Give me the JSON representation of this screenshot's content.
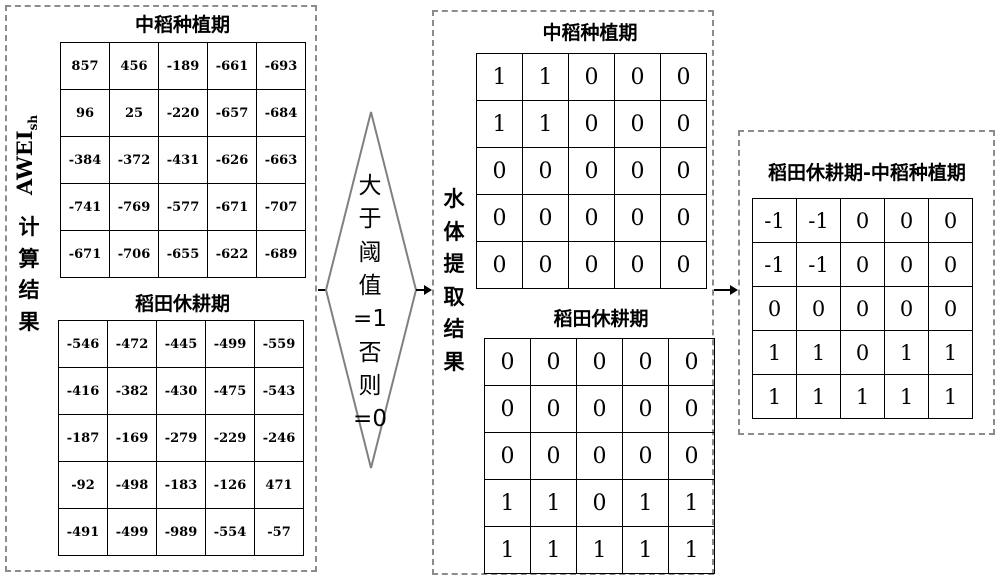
{
  "left_panel": {
    "awei_label": "AWEI",
    "awei_sub": "sh",
    "side_label": [
      "计",
      "算",
      "结",
      "果"
    ],
    "top_title": "中稻种植期",
    "top_grid": [
      [
        "857",
        "456",
        "-189",
        "-661",
        "-693"
      ],
      [
        "96",
        "25",
        "-220",
        "-657",
        "-684"
      ],
      [
        "-384",
        "-372",
        "-431",
        "-626",
        "-663"
      ],
      [
        "-741",
        "-769",
        "-577",
        "-671",
        "-707"
      ],
      [
        "-671",
        "-706",
        "-655",
        "-622",
        "-689"
      ]
    ],
    "bottom_title": "稻田休耕期",
    "bottom_grid": [
      [
        "-546",
        "-472",
        "-445",
        "-499",
        "-559"
      ],
      [
        "-416",
        "-382",
        "-430",
        "-475",
        "-543"
      ],
      [
        "-187",
        "-169",
        "-279",
        "-229",
        "-246"
      ],
      [
        "-92",
        "-498",
        "-183",
        "-126",
        "471"
      ],
      [
        "-491",
        "-499",
        "-989",
        "-554",
        "-57"
      ]
    ]
  },
  "threshold": [
    "大",
    "于",
    "阈",
    "值",
    "=1",
    "否",
    "则",
    "=0"
  ],
  "middle_panel": {
    "side_label": [
      "水",
      "体",
      "提",
      "取",
      "结",
      "果"
    ],
    "top_title": "中稻种植期",
    "top_grid": [
      [
        "1",
        "1",
        "0",
        "0",
        "0"
      ],
      [
        "1",
        "1",
        "0",
        "0",
        "0"
      ],
      [
        "0",
        "0",
        "0",
        "0",
        "0"
      ],
      [
        "0",
        "0",
        "0",
        "0",
        "0"
      ],
      [
        "0",
        "0",
        "0",
        "0",
        "0"
      ]
    ],
    "bottom_title": "稻田休耕期",
    "bottom_grid": [
      [
        "0",
        "0",
        "0",
        "0",
        "0"
      ],
      [
        "0",
        "0",
        "0",
        "0",
        "0"
      ],
      [
        "0",
        "0",
        "0",
        "0",
        "0"
      ],
      [
        "1",
        "1",
        "0",
        "1",
        "1"
      ],
      [
        "1",
        "1",
        "1",
        "1",
        "1"
      ]
    ]
  },
  "right_panel": {
    "title": "稻田休耕期-中稻种植期",
    "grid": [
      [
        "-1",
        "-1",
        "0",
        "0",
        "0"
      ],
      [
        "-1",
        "-1",
        "0",
        "0",
        "0"
      ],
      [
        "0",
        "0",
        "0",
        "0",
        "0"
      ],
      [
        "1",
        "1",
        "0",
        "1",
        "1"
      ],
      [
        "1",
        "1",
        "1",
        "1",
        "1"
      ]
    ]
  }
}
